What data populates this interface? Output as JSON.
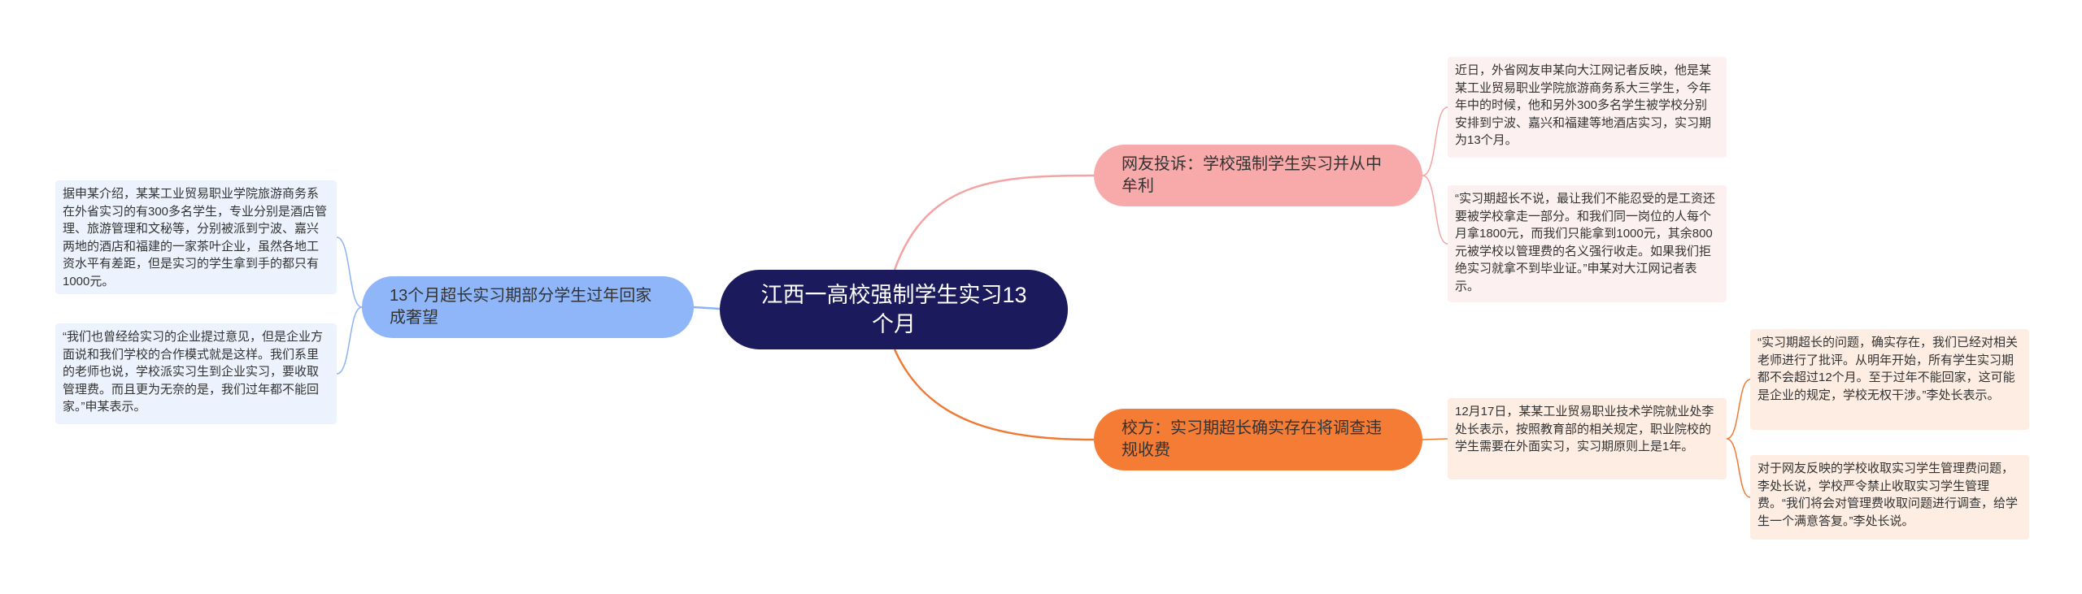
{
  "colors": {
    "root": "#1a1a5c",
    "pink": "#f8a9a9",
    "pink_line": "#f4a3a3",
    "orange": "#f57c34",
    "orange_line": "#f07a33",
    "blue": "#8fb6f8",
    "blue_line": "#8cb3f6"
  },
  "root": {
    "label": "江西一高校强制学生实习13个月"
  },
  "branches": {
    "complaint": {
      "label": "网友投诉：学校强制学生实习并从中牟利"
    },
    "school": {
      "label": "校方：实习期超长确实存在将调查违规收费"
    },
    "students": {
      "label": "13个月超长实习期部分学生过年回家成奢望"
    }
  },
  "leaves": {
    "complaint_1": "近日，外省网友申某向大江网记者反映，他是某某工业贸易职业学院旅游商务系大三学生，今年年中的时候，他和另外300多名学生被学校分别安排到宁波、嘉兴和福建等地酒店实习，实习期为13个月。",
    "complaint_2": "“实习期超长不说，最让我们不能忍受的是工资还要被学校拿走一部分。和我们同一岗位的人每个月拿1800元，而我们只能拿到1000元，其余800元被学校以管理费的名义强行收走。如果我们拒绝实习就拿不到毕业证。”申某对大江网记者表示。",
    "school_1": "12月17日，某某工业贸易职业技术学院就业处李处长表示，按照教育部的相关规定，职业院校的学生需要在外面实习，实习期原则上是1年。",
    "school_1a": "“实习期超长的问题，确实存在，我们已经对相关老师进行了批评。从明年开始，所有学生实习期都不会超过12个月。至于过年不能回家，这可能是企业的规定，学校无权干涉。”李处长表示。",
    "school_1b": "对于网友反映的学校收取实习学生管理费问题，李处长说，学校严令禁止收取实习学生管理费。“我们将会对管理费收取问题进行调查，给学生一个满意答复。”李处长说。",
    "students_1": "据申某介绍，某某工业贸易职业学院旅游商务系在外省实习的有300多名学生，专业分别是酒店管理、旅游管理和文秘等，分别被派到宁波、嘉兴两地的酒店和福建的一家茶叶企业，虽然各地工资水平有差距，但是实习的学生拿到手的都只有1000元。",
    "students_2": "“我们也曾经给实习的企业提过意见，但是企业方面说和我们学校的合作模式就是这样。我们系里的老师也说，学校派实习生到企业实习，要收取管理费。而且更为无奈的是，我们过年都不能回家。”申某表示。"
  }
}
